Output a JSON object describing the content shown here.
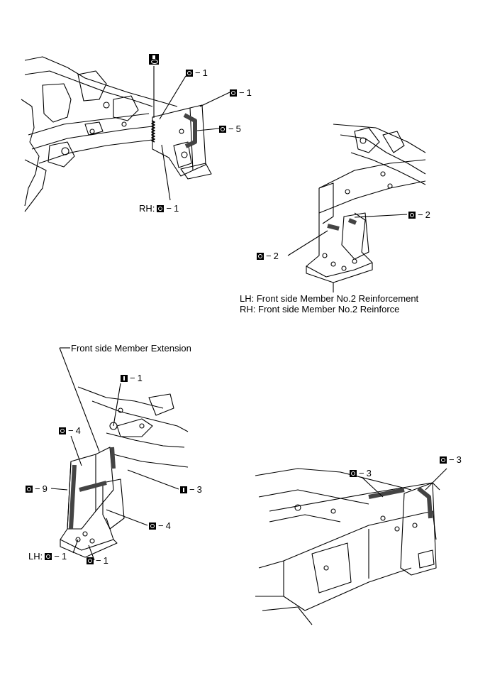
{
  "callouts": {
    "top_left_1a": {
      "sym": "o",
      "value": "1"
    },
    "top_left_1b": {
      "sym": "o",
      "value": "1"
    },
    "top_left_5": {
      "sym": "o",
      "value": "5"
    },
    "top_left_rh": {
      "prefix": "RH:",
      "sym": "o",
      "value": "1"
    },
    "top_right_2a": {
      "sym": "o",
      "value": "2"
    },
    "top_right_2b": {
      "sym": "o",
      "value": "2"
    },
    "bottom_left_i1": {
      "sym": "i",
      "value": "1"
    },
    "bottom_left_o4a": {
      "sym": "o",
      "value": "4"
    },
    "bottom_left_i3": {
      "sym": "i",
      "value": "3"
    },
    "bottom_left_o9": {
      "sym": "o",
      "value": "9"
    },
    "bottom_left_o4b": {
      "sym": "o",
      "value": "4"
    },
    "bottom_left_lh": {
      "prefix": "LH:",
      "sym": "o",
      "value": "1"
    },
    "bottom_left_o1": {
      "sym": "o",
      "value": "1"
    },
    "bottom_right_3a": {
      "sym": "o",
      "value": "3"
    },
    "bottom_right_3b": {
      "sym": "o",
      "value": "3"
    }
  },
  "labels": {
    "lh_reinforcement": "LH: Front side Member No.2 Reinforcement",
    "rh_reinforce": "RH: Front side Member No.2 Reinforce",
    "extension": "Front side Member Extension"
  },
  "dash": "−",
  "icons": [
    "welding-tool-icon",
    "spot-weld-symbol-icon",
    "plug-weld-symbol-icon"
  ]
}
